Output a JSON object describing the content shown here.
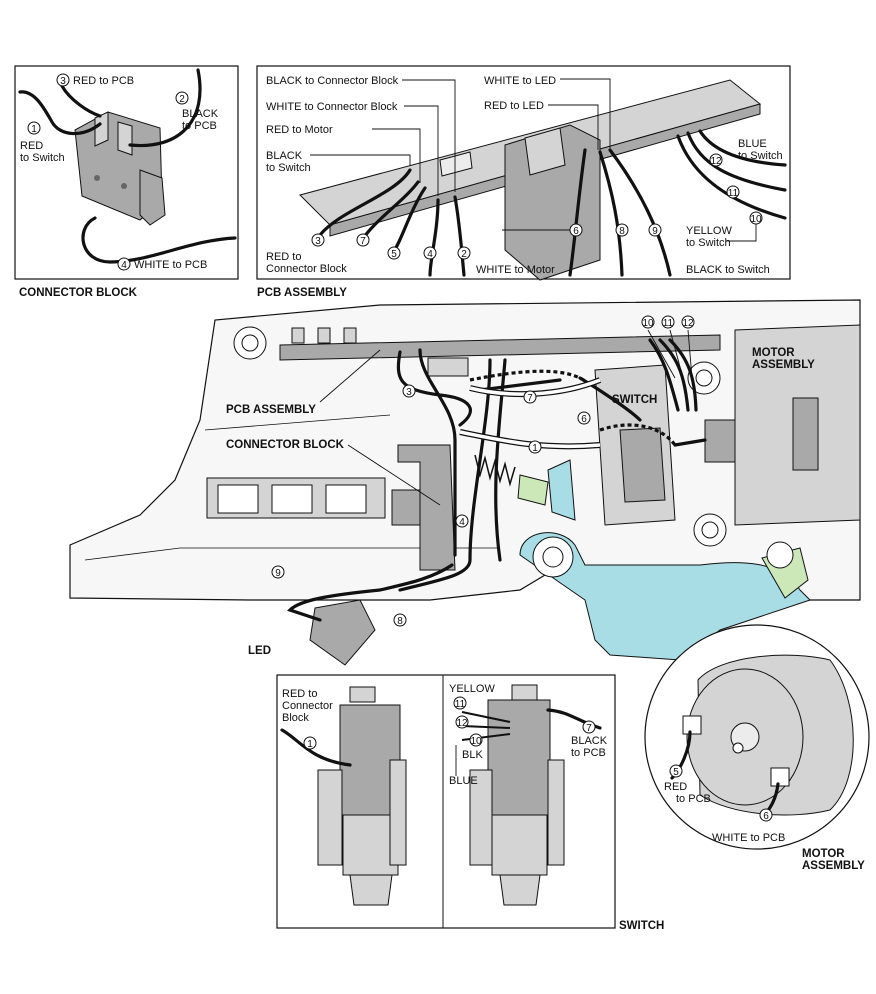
{
  "connector_block_panel": {
    "caption": "CONNECTOR BLOCK",
    "callouts": [
      {
        "num": "3",
        "text": "RED to PCB"
      },
      {
        "num": "2",
        "text": "BLACK",
        "text2": "to PCB"
      },
      {
        "num": "1",
        "text": "RED",
        "text2": "to Switch"
      },
      {
        "num": "4",
        "text": "WHITE to PCB"
      }
    ]
  },
  "pcb_panel": {
    "caption": "PCB ASSEMBLY",
    "callouts": [
      {
        "text": "BLACK to Connector Block"
      },
      {
        "text": "WHITE to Connector Block"
      },
      {
        "text": "RED to Motor"
      },
      {
        "text": "BLACK",
        "text2": "to Switch"
      },
      {
        "num": "3",
        "text": "RED to",
        "text2": "Connector Block"
      },
      {
        "num": "7"
      },
      {
        "num": "5"
      },
      {
        "num": "4"
      },
      {
        "num": "2"
      },
      {
        "text": "WHITE to LED"
      },
      {
        "text": "RED to LED"
      },
      {
        "num": "6",
        "text": "WHITE to Motor"
      },
      {
        "num": "8"
      },
      {
        "num": "9"
      },
      {
        "num": "12",
        "text": "BLUE",
        "text2": "to Switch"
      },
      {
        "num": "11",
        "text": "YELLOW",
        "text2": "to Switch"
      },
      {
        "num": "10",
        "text": "BLACK to Switch"
      }
    ]
  },
  "main_view": {
    "labels": {
      "pcb_assembly": "PCB ASSEMBLY",
      "connector_block": "CONNECTOR BLOCK",
      "switch": "SWITCH",
      "motor_assembly_l1": "MOTOR",
      "motor_assembly_l2": "ASSEMBLY",
      "led": "LED"
    },
    "numbers": [
      "3",
      "7",
      "6",
      "1",
      "4",
      "9",
      "8",
      "10",
      "11",
      "12"
    ]
  },
  "switch_panel": {
    "caption": "SWITCH",
    "left": {
      "num": "1",
      "text": "RED to",
      "text2": "Connector",
      "text3": "Block"
    },
    "right": {
      "yellow": "YELLOW",
      "blk": "BLK",
      "blue": "BLUE",
      "num7": "7",
      "black_l1": "BLACK",
      "black_l2": "to PCB",
      "nums": [
        "11",
        "12",
        "10"
      ]
    }
  },
  "motor_panel": {
    "caption_l1": "MOTOR",
    "caption_l2": "ASSEMBLY",
    "red": {
      "num": "5",
      "text": "RED",
      "text2": "to PCB"
    },
    "white": {
      "num": "6",
      "text": "WHITE to PCB"
    }
  },
  "colors": {
    "highlight_blue": "#a8dde6",
    "highlight_green": "#cde8b8",
    "part_gray": "#a9a9a9"
  }
}
